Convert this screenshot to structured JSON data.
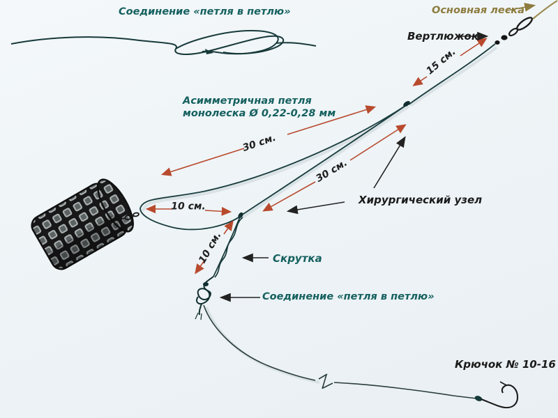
{
  "title": "Feeder rig diagram — asymmetric loop",
  "labels": {
    "loop_to_loop_top": "Соединение «петля в петлю»",
    "main_line": "Основная леска",
    "swivel": "Вертлюжок",
    "asym_line1": "Асимметричная петля",
    "asym_line2": "монолеска Ø 0,22-0,28 мм",
    "surgical_knot": "Хирургический узел",
    "twist": "Скрутка",
    "loop_to_loop_bottom": "Соединение «петля в петлю»",
    "hook": "Крючок № 10-16",
    "len_15": "15 см.",
    "len_30_top": "30 см.",
    "len_30_bottom": "30 см.",
    "len_10_loop": "10 см.",
    "len_10_twist": "10 см."
  },
  "colors": {
    "background": "#edf3f6",
    "rig_line": "#1b3e3f",
    "teal_text": "#15605f",
    "black_text": "#1b1b1b",
    "olive_text": "#8d7c3e",
    "red_arrow": "#b84a2e"
  }
}
